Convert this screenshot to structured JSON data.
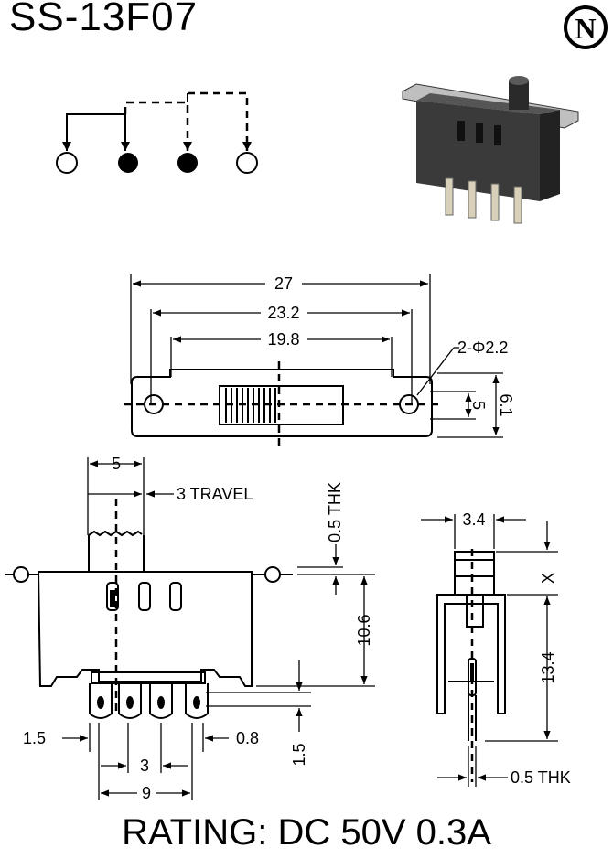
{
  "title": "SS-13F07",
  "logo_letter": "N",
  "rating": "RATING: DC 50V 0.3A",
  "top_view": {
    "dim_27": "27",
    "dim_23_2": "23.2",
    "dim_19_8": "19.8",
    "dim_holes": "2-Φ2.2",
    "dim_5": "5",
    "dim_6_1": "6.1"
  },
  "front_view": {
    "dim_5": "5",
    "dim_travel": "3 TRAVEL",
    "dim_thk": "0.5 THK",
    "dim_10_6": "10.6",
    "dim_1_5_left": "1.5",
    "dim_0_8": "0.8",
    "dim_1_5_vert": "1.5",
    "dim_3": "3",
    "dim_9": "9"
  },
  "side_view": {
    "dim_3_4": "3.4",
    "dim_x": "X",
    "dim_13_4": "13.4",
    "dim_thk": "0.5 THK"
  }
}
